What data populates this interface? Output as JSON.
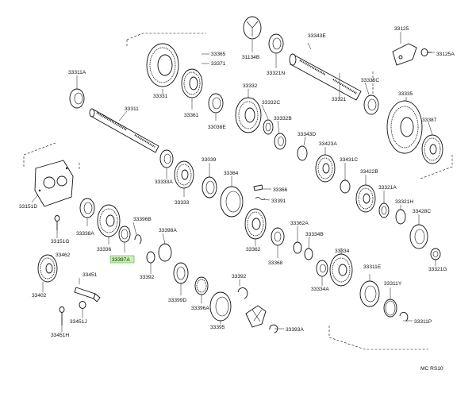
{
  "diagram": {
    "code": "MC RS10",
    "labels": {
      "p33311a": "33311A",
      "p33311": "33311",
      "p33331": "33331",
      "p33365": "33365",
      "p33371": "33371",
      "p31134b": "31134B",
      "p33321n": "33321N",
      "p33343e": "33343E",
      "p33125": "33125",
      "p33125a": "33125A",
      "p33361": "33361",
      "p33038e": "33038E",
      "p33332": "33332",
      "p33332c": "33332C",
      "p33321": "33321",
      "p33335c": "33335C",
      "p33335": "33335",
      "p33332b": "33332B",
      "p33343d": "33343D",
      "p33387": "33387",
      "p33333a": "33333A",
      "p33039": "33039",
      "p33364": "33364",
      "p33423a": "33423A",
      "p33431c": "33431C",
      "p33422b": "33422B",
      "p33366": "33366",
      "p33391": "33391",
      "p33321a": "33321A",
      "p33321h": "33321H",
      "p33151d": "33151D",
      "p33333": "33333",
      "p33428c": "33428C",
      "p33338a": "33338A",
      "p33396b": "33396B",
      "p33362a": "33362A",
      "p33151g": "33151G",
      "p33336": "33336",
      "p33398a": "33398A",
      "p33362": "33362",
      "p33368": "33368",
      "p33334b": "33334B",
      "p33397a": "33397A",
      "p33462": "33462",
      "p33334": "33334",
      "p33321g": "33321G",
      "p33451": "33451",
      "p33392a": "33392",
      "p33311e": "33311E",
      "p33402": "33402",
      "p33392b": "33392",
      "p33334a": "33334A",
      "p33311y": "33311Y",
      "p33399d": "33399D",
      "p33396a": "33396A",
      "p33451j": "33451J",
      "p33311p": "33311P",
      "p33451h": "33451H",
      "p33395": "33395",
      "p33393a": "33393A"
    }
  }
}
